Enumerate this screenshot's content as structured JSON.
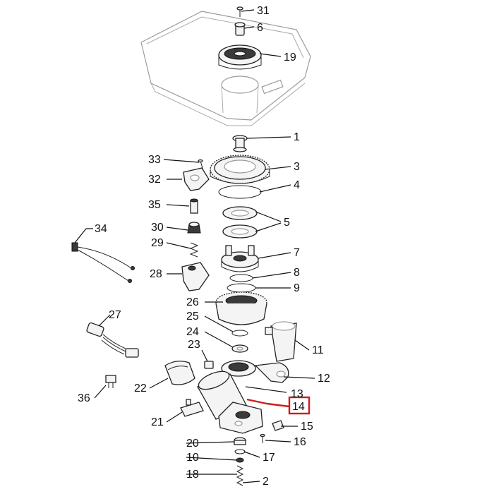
{
  "callouts": {
    "c1": "1",
    "c2": "2",
    "c3": "3",
    "c4": "4",
    "c5": "5",
    "c6": "6",
    "c7": "7",
    "c8": "8",
    "c9": "9",
    "c10": "10",
    "c11": "11",
    "c12": "12",
    "c13": "13",
    "c14": "14",
    "c15": "15",
    "c16": "16",
    "c17": "17",
    "c18": "18",
    "c19": "19",
    "c20": "20",
    "c21": "21",
    "c22": "22",
    "c23": "23",
    "c24": "24",
    "c25": "25",
    "c26": "26",
    "c27": "27",
    "c28": "28",
    "c29": "29",
    "c30": "30",
    "c31": "31",
    "c32": "32",
    "c33": "33",
    "c34": "34",
    "c35": "35",
    "c36": "36"
  },
  "highlight": {
    "part": "14",
    "color": "#d21a1a"
  }
}
